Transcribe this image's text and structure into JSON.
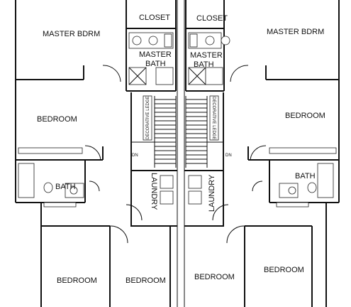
{
  "rooms": {
    "left": {
      "master": "MASTER BDRM",
      "closet": "CLOSET",
      "master_bath_line1": "MASTER",
      "master_bath_line2": "BATH",
      "bedroom_mid": "BEDROOM",
      "bath": "BATH",
      "bedroom_bottom_1": "BEDROOM",
      "bedroom_bottom_2": "BEDROOM",
      "laundry": "LAUNDRY",
      "ledge": "DECORATIVE LEDGE",
      "stairs_dn": "DN"
    },
    "right": {
      "master": "MASTER BDRM",
      "closet": "CLOSET",
      "master_bath_line1": "MASTER",
      "master_bath_line2": "BATH",
      "bedroom_mid": "BEDROOM",
      "bath": "BATH",
      "bedroom_bottom_1": "BEDROOM",
      "bedroom_bottom_2": "BEDROOM",
      "laundry": "LAUNDRY",
      "ledge": "DECORATIVE LEDGE",
      "stairs_dn": "DN"
    }
  }
}
